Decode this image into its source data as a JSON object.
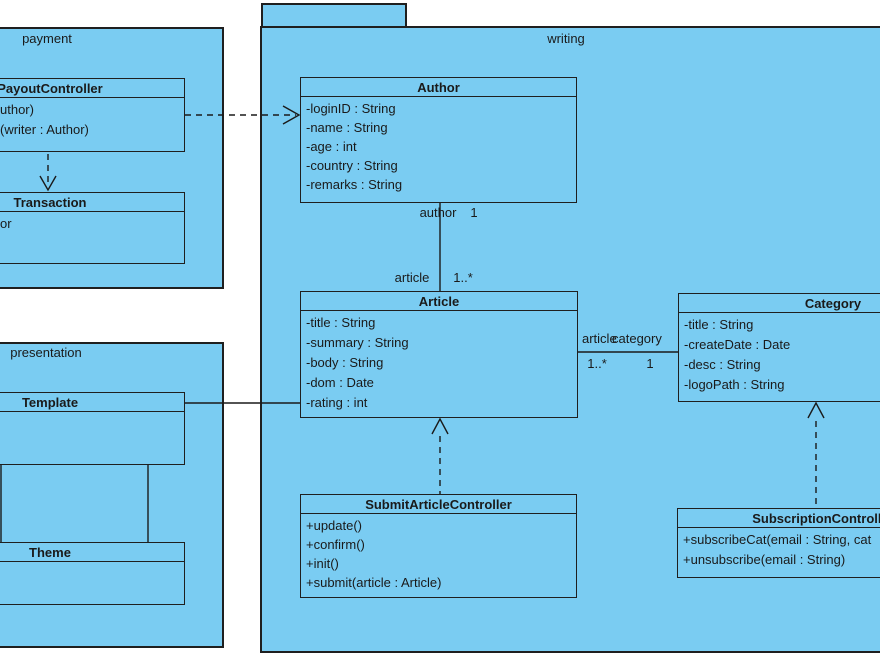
{
  "colors": {
    "shape_fill": "#7ACCF2",
    "shape_border": "#1F1F1F",
    "connector": "#1A1A1A",
    "background": "#FFFFFF"
  },
  "packages": {
    "payment": {
      "name": "payment"
    },
    "writing": {
      "name": "writing"
    },
    "presentation": {
      "name": "presentation"
    }
  },
  "classes": {
    "payoutController": {
      "title": "PayoutController",
      "members": [
        "uthor)",
        "(writer : Author)"
      ]
    },
    "transaction": {
      "title": "Transaction",
      "members": [
        "or"
      ]
    },
    "author": {
      "title": "Author",
      "members": [
        "-loginID : String",
        "-name : String",
        "-age : int",
        "-country : String",
        "-remarks : String"
      ]
    },
    "article": {
      "title": "Article",
      "members": [
        "-title : String",
        "-summary : String",
        "-body : String",
        "-dom : Date",
        "-rating : int"
      ]
    },
    "category": {
      "title": "Category",
      "members": [
        "-title : String",
        "-createDate : Date",
        "-desc : String",
        "-logoPath : String"
      ]
    },
    "submitArticleController": {
      "title": "SubmitArticleController",
      "members": [
        "+update()",
        "+confirm()",
        "+init()",
        "+submit(article : Article)"
      ]
    },
    "subscriptionController": {
      "title": "SubscriptionController",
      "members": [
        "+subscribeCat(email : String, cat",
        "+unsubscribe(email : String)"
      ]
    },
    "template": {
      "title": "Template",
      "members": []
    },
    "theme": {
      "title": "Theme",
      "members": []
    }
  },
  "associations": {
    "author_article": {
      "role_author": "author",
      "mult_author": "1",
      "role_article": "article",
      "mult_article": "1..*"
    },
    "article_category": {
      "role_article": "article",
      "mult_article": "1..*",
      "role_category": "category",
      "mult_category": "1"
    }
  }
}
